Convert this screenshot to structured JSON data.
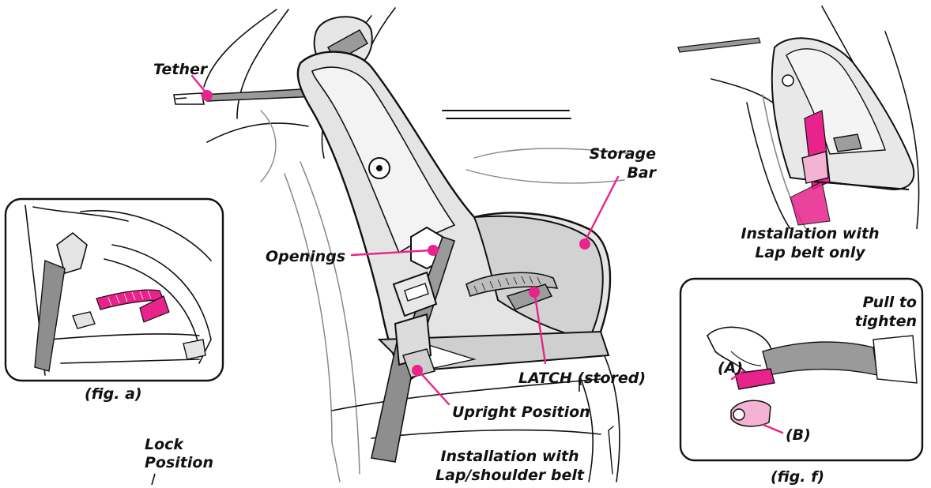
{
  "colors": {
    "accent": "#e8238c",
    "ink": "#111111",
    "seat_fill": "#d9d9d9",
    "seat_light": "#ececec",
    "strap": "#8c8c8c"
  },
  "labels": {
    "tether": "Tether",
    "storage_bar_line1": "Storage",
    "storage_bar_line2": "Bar",
    "openings": "Openings",
    "latch_stored": "LATCH (stored)",
    "upright_position": "Upright Position",
    "lock_position_line1": "Lock",
    "lock_position_line2": "Position",
    "install_lap_shoulder_line1": "Installation with",
    "install_lap_shoulder_line2": "Lap/shoulder belt",
    "install_lap_only_line1": "Installation with",
    "install_lap_only_line2": "Lap belt only",
    "pull_to_tighten_line1": "Pull to",
    "pull_to_tighten_line2": "tighten",
    "callout_a": "(A)",
    "callout_b": "(B)",
    "fig_a": "(fig. a)",
    "fig_f": "(fig. f)"
  }
}
